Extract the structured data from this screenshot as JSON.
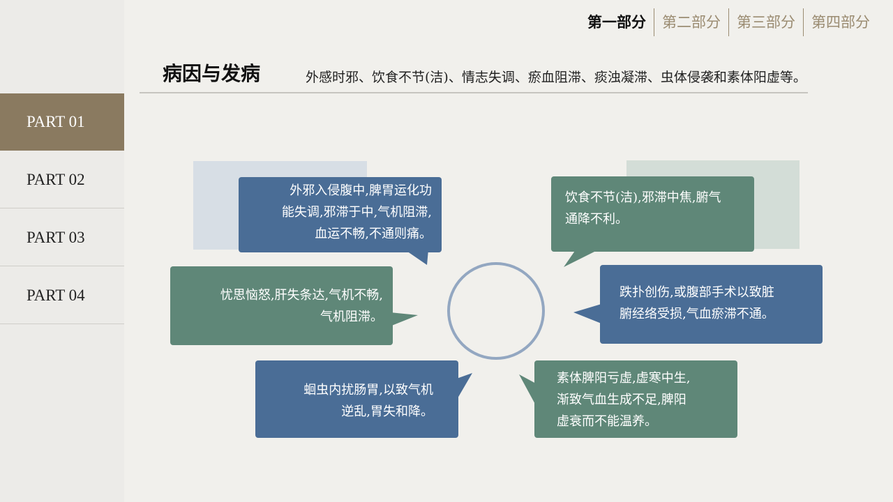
{
  "sidebar": {
    "items": [
      {
        "label": "PART 01"
      },
      {
        "label": "PART 02"
      },
      {
        "label": "PART 03"
      },
      {
        "label": "PART 04"
      }
    ]
  },
  "topnav": {
    "tabs": [
      {
        "label": "第一部分"
      },
      {
        "label": "第二部分"
      },
      {
        "label": "第三部分"
      },
      {
        "label": "第四部分"
      }
    ]
  },
  "header": {
    "title": "病因与发病",
    "subtitle": "外感时邪、饮食不节(洁)、情志失调、瘀血阻滞、痰浊凝滞、虫体侵袭和素体阳虚等。"
  },
  "bubbles": [
    {
      "lines": [
        "外邪入侵腹中,脾胃运化功",
        "能失调,邪滞于中,气机阻滞,",
        "血运不畅,不通则痛。"
      ]
    },
    {
      "lines": [
        "饮食不节(洁),邪滞中焦,腑气",
        "通降不利。"
      ]
    },
    {
      "lines": [
        "忧思恼怒,肝失条达,气机不畅,",
        "气机阻滞。"
      ]
    },
    {
      "lines": [
        "跌扑创伤,或腹部手术以致脏",
        "腑经络受损,气血瘀滞不通。"
      ]
    },
    {
      "lines": [
        "蛔虫内扰肠胃,以致气机",
        "逆乱,胃失和降。"
      ]
    },
    {
      "lines": [
        "素体脾阳亏虚,虚寒中生,",
        "渐致气血生成不足,脾阳",
        "虚衰而不能温养。"
      ]
    }
  ],
  "colors": {
    "accent": "#8a7a60",
    "blue": "#4a6d96",
    "green": "#5f8778",
    "circle": "#93a7c1"
  }
}
